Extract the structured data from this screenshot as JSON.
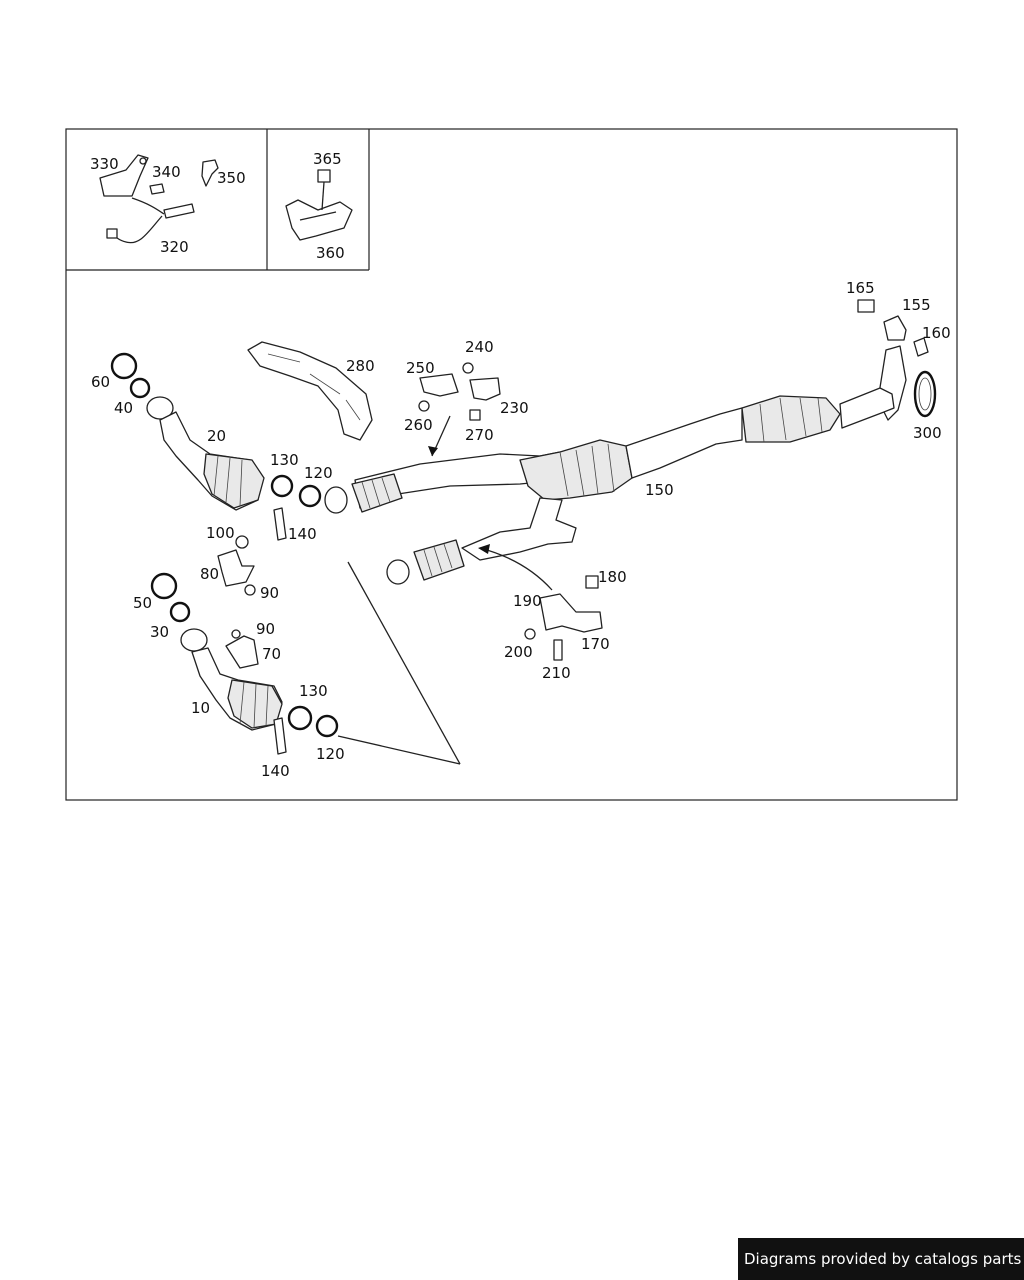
{
  "footer": {
    "text": "Diagrams provided by catalogs parts"
  },
  "labels": {
    "p330": "330",
    "p340": "340",
    "p350": "350",
    "p320": "320",
    "p365": "365",
    "p360": "360",
    "p165": "165",
    "p155": "155",
    "p160": "160",
    "p300": "300",
    "p280": "280",
    "p250": "250",
    "p240": "240",
    "p230": "230",
    "p260": "260",
    "p270": "270",
    "p60": "60",
    "p40": "40",
    "p20": "20",
    "p130a": "130",
    "p120a": "120",
    "p140a": "140",
    "p150": "150",
    "p100": "100",
    "p80": "80",
    "p90a": "90",
    "p50": "50",
    "p30": "30",
    "p90b": "90",
    "p70": "70",
    "p180": "180",
    "p190": "190",
    "p170": "170",
    "p200": "200",
    "p210": "210",
    "p10": "10",
    "p130b": "130",
    "p120b": "120",
    "p140b": "140"
  }
}
